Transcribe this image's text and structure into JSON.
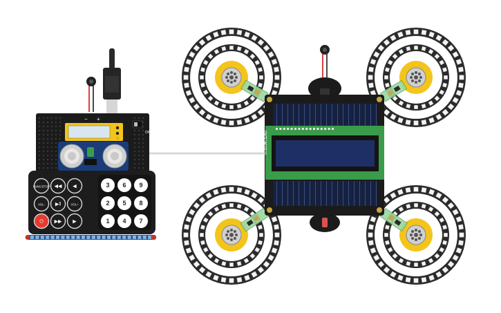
{
  "remote": {
    "buttons": [
      {
        "key": "power",
        "label": "⏻"
      },
      {
        "key": "func_stop",
        "label": "FUNC/STOP"
      },
      {
        "key": "vol_minus",
        "label": "VOL-"
      },
      {
        "key": "vol_plus",
        "label": "VOL+"
      },
      {
        "key": "prev",
        "label": "◀◀"
      },
      {
        "key": "play_pause",
        "label": "▶‖"
      },
      {
        "key": "next",
        "label": "▶▶"
      },
      {
        "key": "left",
        "label": "◀"
      },
      {
        "key": "down",
        "label": "▼"
      },
      {
        "key": "right",
        "label": "▶"
      }
    ],
    "numbers": [
      "3",
      "6",
      "9",
      "2",
      "5",
      "8",
      "1",
      "4",
      "7"
    ]
  },
  "controller": {
    "minus_label": "−",
    "plus_label": "+",
    "switch_label": "ON"
  },
  "display": {
    "pin_labels": [
      "GND",
      "VCC",
      "SDA",
      "SCL"
    ]
  },
  "colors": {
    "board_black": "#1f1f1f",
    "pcb_green": "#3a9c4a",
    "lcd_blue": "#1e2f66",
    "hub_yellow": "#f3c41b",
    "power_red": "#e33b2e",
    "sensor_blue": "#1a3d7a",
    "led_ring_dark": "#2a2a2a"
  },
  "icons": {
    "dc_jack": "dc-barrel-jack-icon",
    "usb_plug": "usb-plug-icon",
    "motor": "gear-motor-icon",
    "led": "led-icon"
  }
}
